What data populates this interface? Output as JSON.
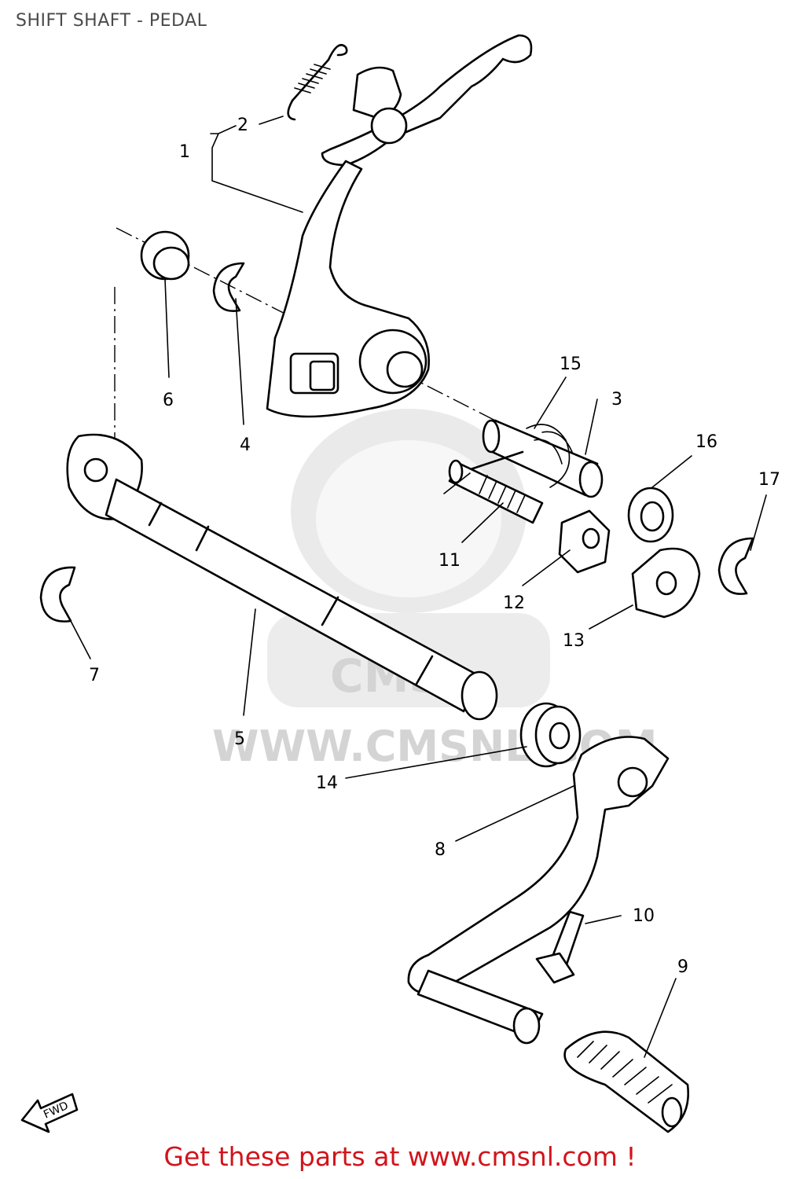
{
  "header": {
    "title": "SHIFT SHAFT - PEDAL"
  },
  "watermark": {
    "site_text": "WWW.CMSNL.COM",
    "logo_text": "CMS"
  },
  "fwd_label": "FWD",
  "footer": {
    "text": "Get these parts at www.cmsnl.com !"
  },
  "callouts": [
    "1",
    "2",
    "3",
    "4",
    "5",
    "6",
    "7",
    "8",
    "9",
    "10",
    "11",
    "12",
    "13",
    "14",
    "15",
    "16",
    "17"
  ],
  "colors": {
    "footer_text": "#d2141b",
    "title_text": "#4a4a4a",
    "watermark": "#d4d4d4"
  }
}
